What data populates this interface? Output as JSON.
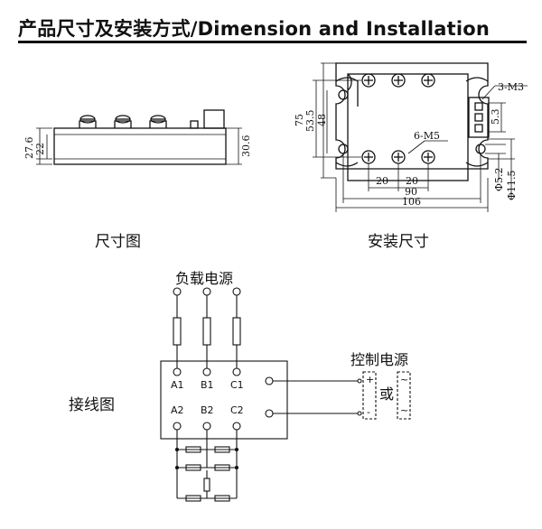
{
  "title": "产品尺寸及安装方式/Dimension and  Installation",
  "captions": {
    "side_view": "尺寸图",
    "mount_view": "安装尺寸",
    "wiring": "接线图"
  },
  "side_view": {
    "dims": [
      "27.6",
      "22",
      "30.6"
    ]
  },
  "mount_view": {
    "dims": [
      "75",
      "53.5",
      "48",
      "3-M3",
      "5.3",
      "6-M5",
      "20",
      "20",
      "90",
      "106",
      "Φ5.2",
      "Φ11.5"
    ]
  },
  "wiring": {
    "load_power": "负载电源",
    "control_power": "控制电源",
    "or": "或",
    "plus": "+",
    "minus": "-",
    "ac": "~",
    "terminals_top": [
      "A1",
      "B1",
      "C1"
    ],
    "terminals_bottom": [
      "A2",
      "B2",
      "C2"
    ]
  }
}
